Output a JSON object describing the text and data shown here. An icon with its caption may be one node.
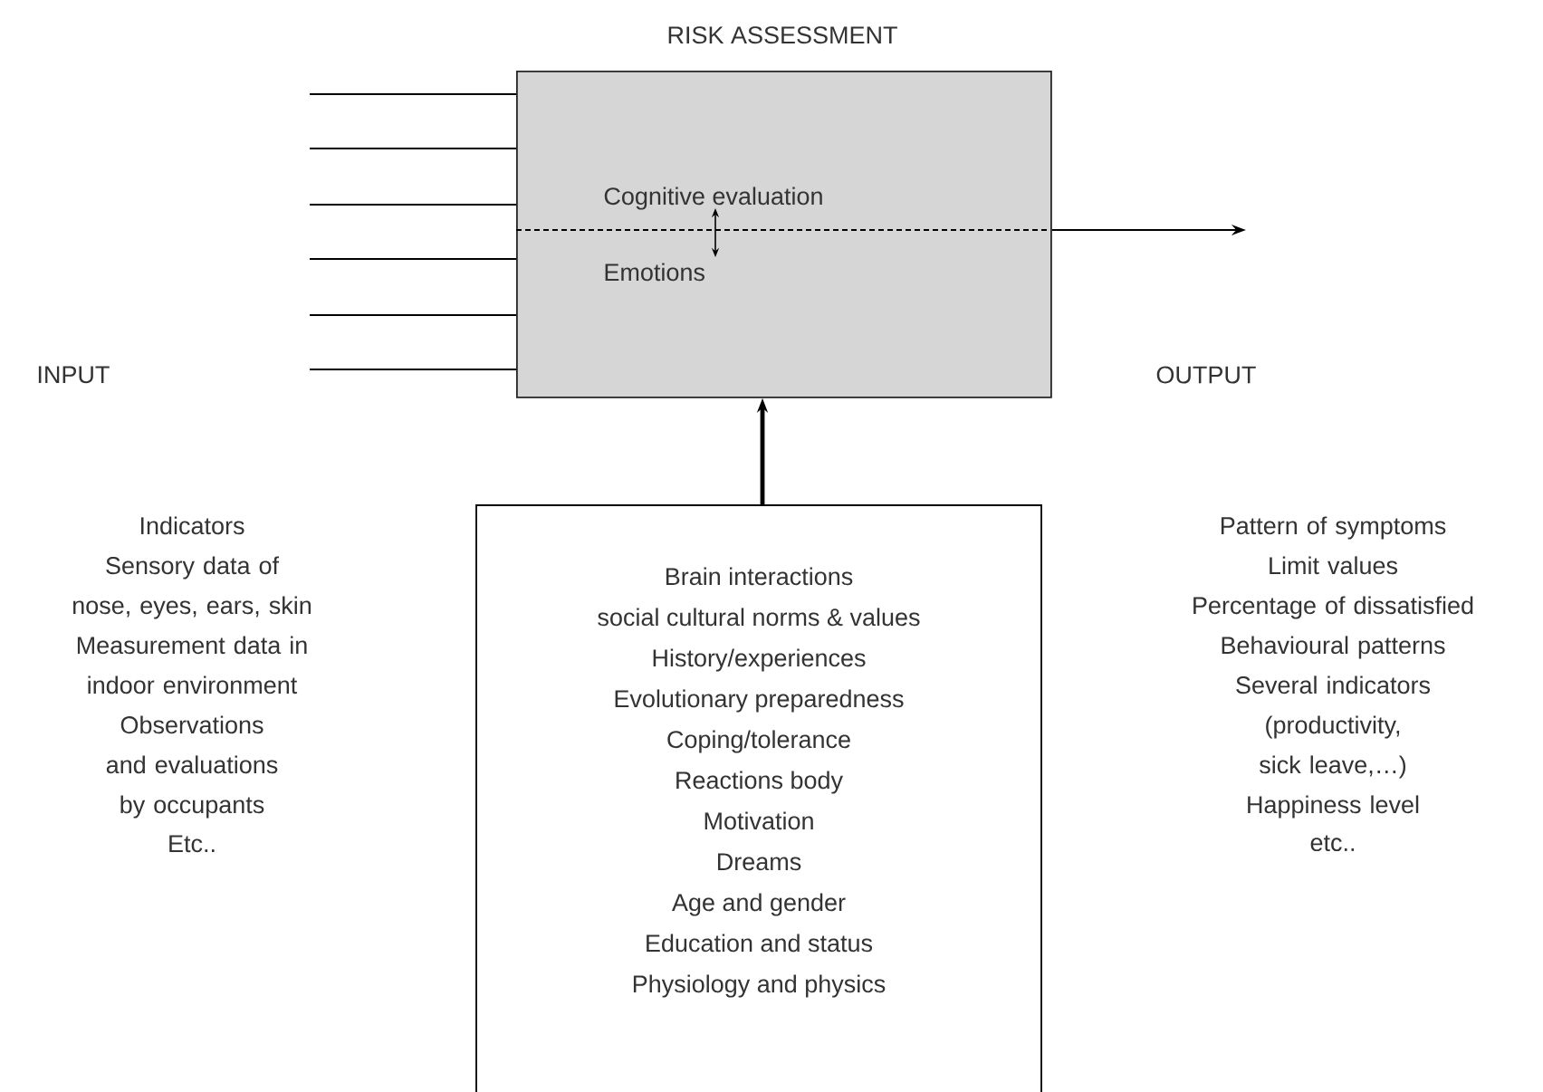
{
  "diagram": {
    "nodes": [
      {
        "text": [
          "RISK ASSESSMENT",
          "Cognitive evaluation",
          "Emotions"
        ]
      },
      {
        "text": [
          "Brain interactions",
          "social cultural norms & values",
          "History/experiences",
          "Evolutionary preparedness",
          "Coping/tolerance",
          "Reactions body",
          "Motivation",
          "Dreams",
          "Age and gender",
          "Education and status",
          "Physiology and physics"
        ]
      }
    ],
    "edges": [
      {
        "from": null,
        "to": 0,
        "arrow": "none"
      },
      {
        "from": null,
        "to": 0,
        "arrow": "none"
      },
      {
        "from": null,
        "to": 0,
        "arrow": "none"
      },
      {
        "from": null,
        "to": 0,
        "arrow": "none"
      },
      {
        "from": null,
        "to": 0,
        "arrow": "none"
      },
      {
        "from": null,
        "to": 0,
        "arrow": "none"
      },
      {
        "from": 0,
        "to": null,
        "arrow": "to"
      },
      {
        "from": 1,
        "to": 0,
        "arrow": "to",
        "style": "thick"
      }
    ],
    "labels": [
      "INPUT",
      "OUTPUT",
      "Indicators",
      "Sensory data of nose, eyes, ears, skin",
      "Measurement data in indoor environment",
      "Observations and evaluations by occupants",
      "Etc..",
      "Pattern of symptoms",
      "Limit values",
      "Percentage of dissatisfied",
      "Behavioural patterns",
      "Several indicators (productivity, sick leave,…)",
      "Happiness level",
      "etc.."
    ]
  }
}
